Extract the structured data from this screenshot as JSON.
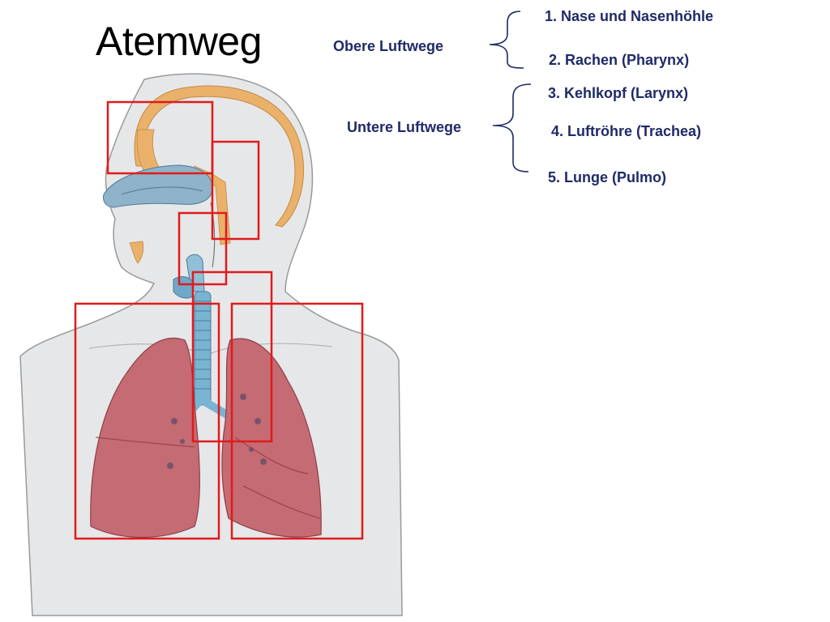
{
  "title": "Atemweg",
  "groups": [
    {
      "label": "Obere Luftwege",
      "items": [
        "1. Nase und Nasenhöhle",
        "2. Rachen (Pharynx)"
      ]
    },
    {
      "label": "Untere Luftwege",
      "items": [
        "3. Kehlkopf (Larynx)",
        "4. Luftröhre (Trachea)",
        "5. Lunge (Pulmo)"
      ]
    }
  ],
  "colors": {
    "label_text": "#1f2a68",
    "highlight_box": "#e01b1b",
    "bone": "#e9b16a",
    "airway": "#6fa8c9",
    "lung": "#c56b73",
    "skin": "#e6e7e9"
  }
}
